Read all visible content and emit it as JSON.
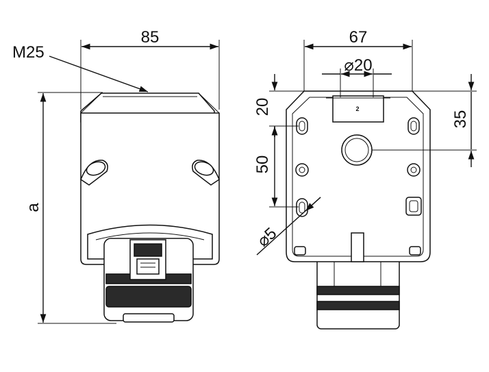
{
  "dimensions": {
    "width_front": "85",
    "width_back": "67",
    "thread": "M25",
    "height": "a",
    "hole_diameter": "⌀20",
    "top_offset": "20",
    "mount_spacing": "50",
    "screw_hole": "⌀5",
    "center_offset": "35"
  },
  "part_mark": "2"
}
